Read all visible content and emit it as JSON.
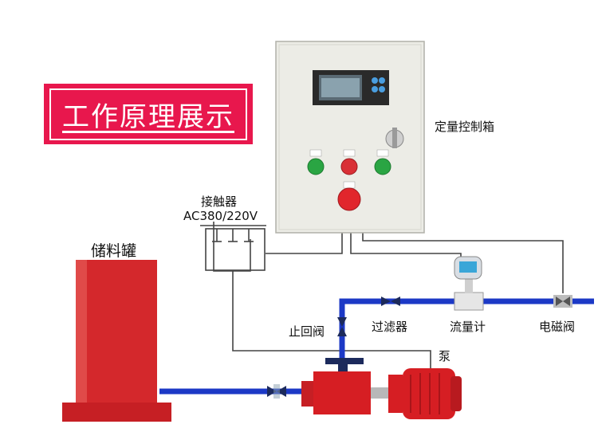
{
  "banner": {
    "title": "工作原理展示"
  },
  "labels": {
    "control_box": "定量控制箱",
    "contactor": "接触器",
    "contactor_voltage": "AC380/220V",
    "tank": "储料罐",
    "check_valve": "止回阀",
    "filter": "过滤器",
    "flow_meter": "流量计",
    "solenoid_valve": "电磁阀",
    "pump": "泵"
  },
  "colors": {
    "banner": "#e8174d",
    "tank": "#d4282c",
    "pipe": "#1c39c6",
    "pump": "#d61e23",
    "cabinet": "#ecece6",
    "wire": "#444444"
  },
  "icons": [
    "green-button-icon",
    "red-button-icon",
    "emergency-stop-icon",
    "key-switch-icon",
    "display-screen-icon"
  ]
}
